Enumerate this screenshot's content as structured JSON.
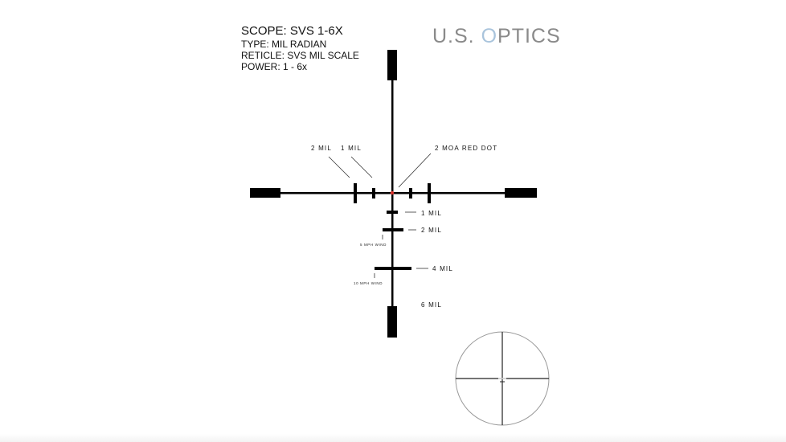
{
  "specs": {
    "scope": "SCOPE: SVS 1-6X",
    "type": "TYPE: MIL RADIAN",
    "reticle": "RETICLE: SVS MIL SCALE",
    "power": "POWER: 1 - 6x"
  },
  "logo": {
    "prefix": "U.S. ",
    "o": "O",
    "suffix": "PTICS",
    "accent_color": "#a9c4dc"
  },
  "labels": {
    "two_mil_h": "2 MIL",
    "one_mil_h": "1 MIL",
    "red_dot": "2 MOA RED DOT",
    "one_mil_v": "1 MIL",
    "two_mil_v": "2 MIL",
    "five_mph": "5 MPH WIND",
    "four_mil_v": "4 MIL",
    "ten_mph": "10 MPH WIND",
    "six_mil_v": "6 MIL"
  },
  "colors": {
    "reticle": "#000000",
    "red_dot": "#d9302a"
  }
}
